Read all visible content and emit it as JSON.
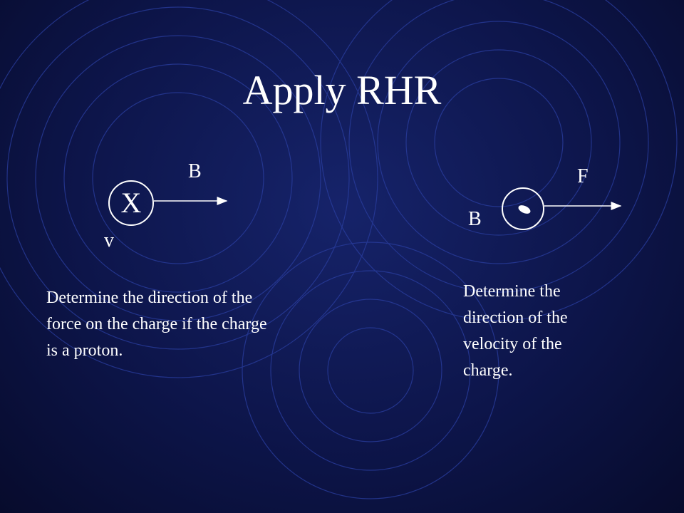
{
  "title": "Apply RHR",
  "colors": {
    "background": "#0d154a",
    "rings": "#2a3ea0",
    "foreground": "#ffffff"
  },
  "left_diagram": {
    "charge_symbol": "X",
    "field_label": "B",
    "velocity_label": "v",
    "prompt": "Determine the direction of the force on the charge if the charge is a proton."
  },
  "right_diagram": {
    "charge_symbol": "dot",
    "field_label": "B",
    "force_label": "F",
    "prompt": "Determine the direction of the velocity of the charge."
  }
}
